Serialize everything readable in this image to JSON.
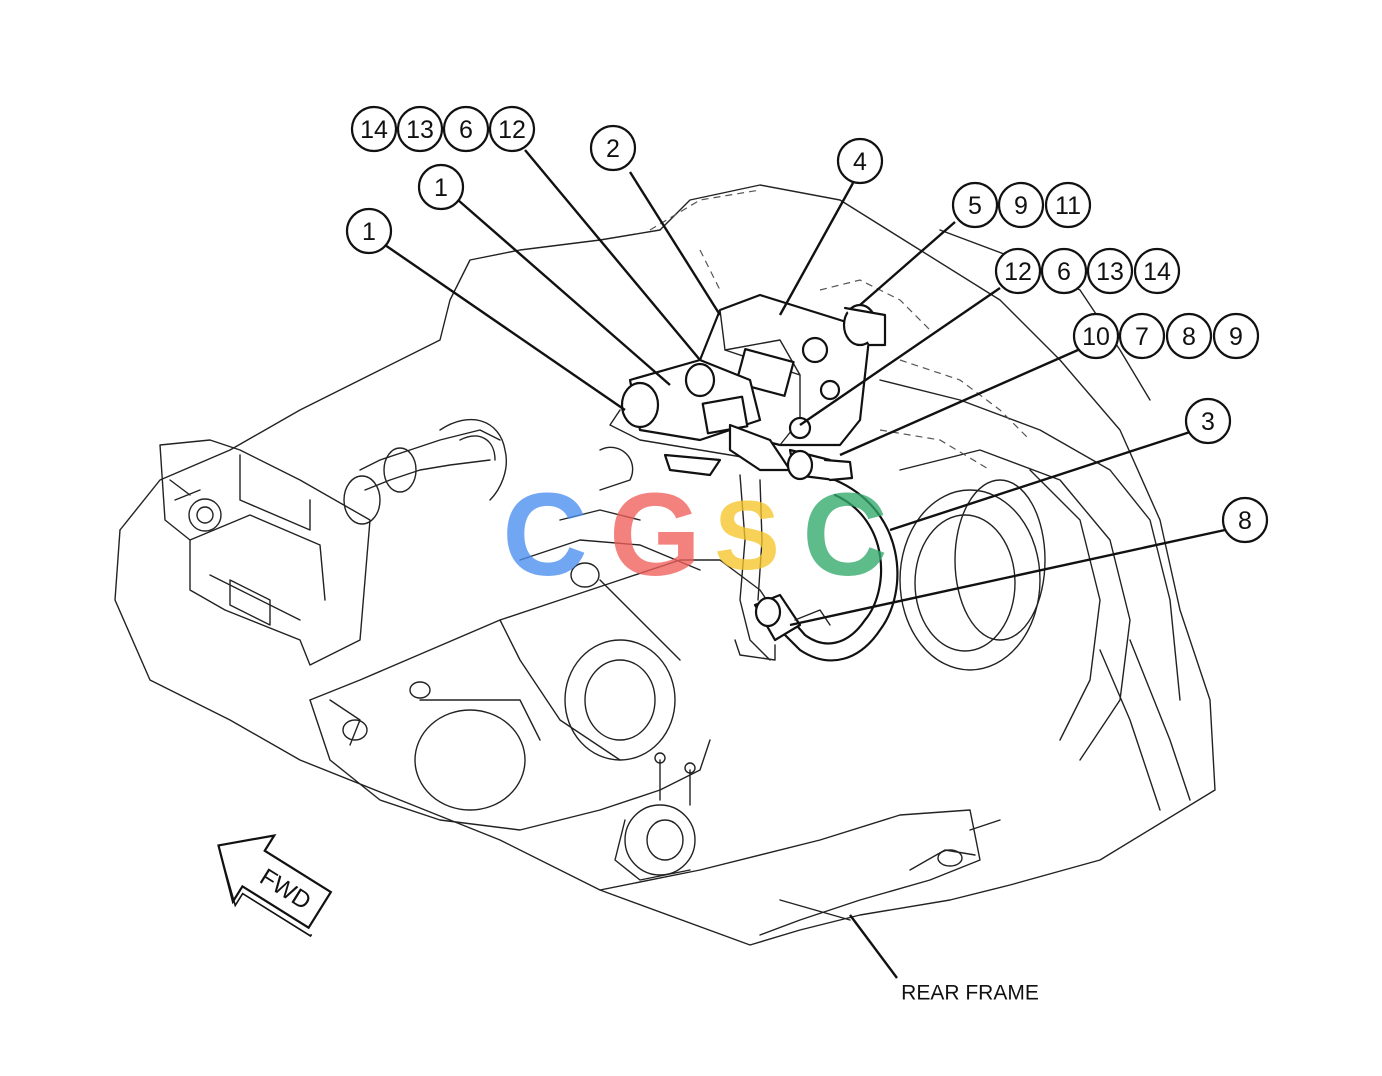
{
  "balloon_groups": [
    {
      "id": "top-left-group",
      "labels": [
        "14",
        "13",
        "6",
        "12"
      ]
    },
    {
      "id": "balloon-1a",
      "labels": [
        "1"
      ]
    },
    {
      "id": "balloon-1b",
      "labels": [
        "1"
      ]
    },
    {
      "id": "balloon-2",
      "labels": [
        "2"
      ]
    },
    {
      "id": "balloon-4",
      "labels": [
        "4"
      ]
    },
    {
      "id": "group-5-9-11",
      "labels": [
        "5",
        "9",
        "11"
      ]
    },
    {
      "id": "group-12-6-13-14",
      "labels": [
        "12",
        "6",
        "13",
        "14"
      ]
    },
    {
      "id": "group-10-7-8-9",
      "labels": [
        "10",
        "7",
        "8",
        "9"
      ]
    },
    {
      "id": "balloon-3",
      "labels": [
        "3"
      ]
    },
    {
      "id": "balloon-8",
      "labels": [
        "8"
      ]
    }
  ],
  "labels": {
    "rear_frame": "REAR FRAME",
    "fwd": "FWD"
  },
  "watermark": {
    "letters": [
      "C",
      "G",
      "S",
      "C"
    ],
    "colors": [
      "#4a8ef0",
      "#f0605a",
      "#f5c52a",
      "#32a86a"
    ]
  }
}
